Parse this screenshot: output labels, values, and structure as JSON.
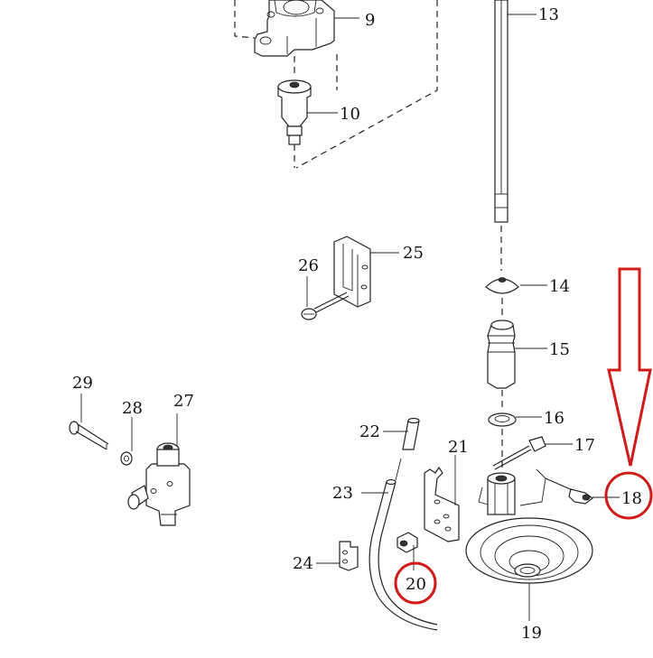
{
  "parts": [
    {
      "id": "p9",
      "label": "9"
    },
    {
      "id": "p10",
      "label": "10"
    },
    {
      "id": "p13",
      "label": "13"
    },
    {
      "id": "p14",
      "label": "14"
    },
    {
      "id": "p15",
      "label": "15"
    },
    {
      "id": "p16",
      "label": "16"
    },
    {
      "id": "p17",
      "label": "17"
    },
    {
      "id": "p18",
      "label": "18"
    },
    {
      "id": "p19",
      "label": "19"
    },
    {
      "id": "p20",
      "label": "20"
    },
    {
      "id": "p21",
      "label": "21"
    },
    {
      "id": "p22",
      "label": "22"
    },
    {
      "id": "p23",
      "label": "23"
    },
    {
      "id": "p24",
      "label": "24"
    },
    {
      "id": "p25",
      "label": "25"
    },
    {
      "id": "p26",
      "label": "26"
    },
    {
      "id": "p27",
      "label": "27"
    },
    {
      "id": "p28",
      "label": "28"
    },
    {
      "id": "p29",
      "label": "29"
    }
  ],
  "highlight": {
    "color": "#d11a1a",
    "circled_parts": [
      "18",
      "20"
    ],
    "arrow_target": "18"
  }
}
